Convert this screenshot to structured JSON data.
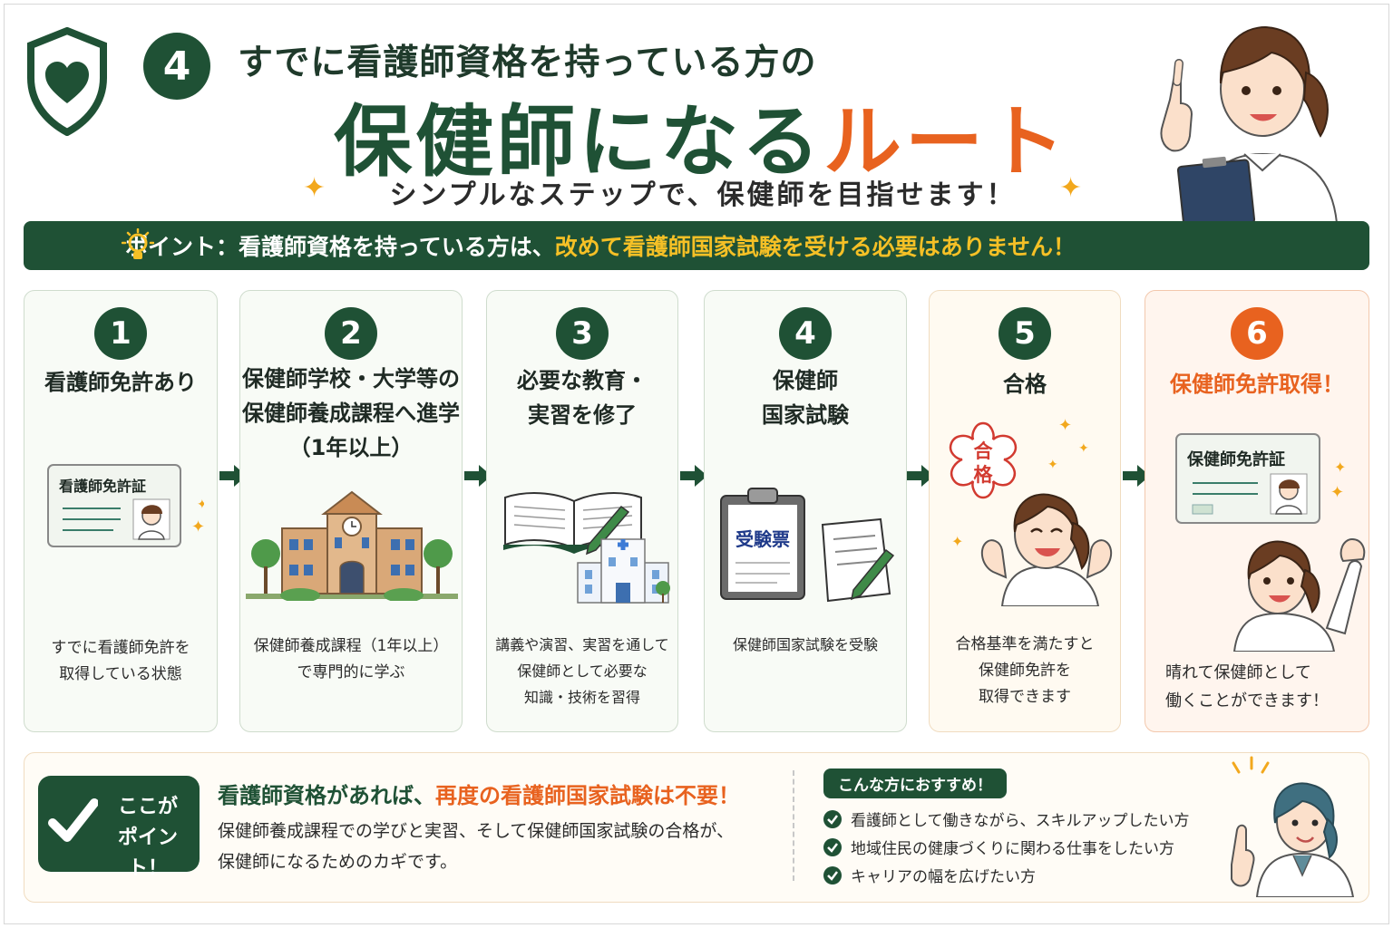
{
  "header": {
    "badge_number": "4",
    "subtitle": "すでに看護師資格を持っている方の",
    "title_main": "保健師になる",
    "title_accent": "ルート",
    "tagline": "シンプルなステップで、保健師を目指せます！"
  },
  "point": {
    "prefix": "ポイント：看護師資格を持っている方は、",
    "highlight": "改めて看護師国家試験を受ける必要はありません！"
  },
  "steps": [
    {
      "number": "1",
      "title": "看護師免許あり",
      "card_label": "看護師免許証",
      "desc": "すでに看護師免許を\n取得している状態"
    },
    {
      "number": "2",
      "title": "保健師学校・大学等の\n保健師養成課程へ進学\n（1年以上）",
      "desc": "保健師養成課程（1年以上）\nで専門的に学ぶ"
    },
    {
      "number": "3",
      "title": "必要な教育・\n実習を修了",
      "desc": "講義や演習、実習を通して\n保健師として必要な\n知識・技術を習得"
    },
    {
      "number": "4",
      "title": "保健師\n国家試験",
      "ticket_label": "受験票",
      "desc": "保健師国家試験を受験"
    },
    {
      "number": "5",
      "title": "合格",
      "stamp_label": "合\n格",
      "desc": "合格基準を満たすと\n保健師免許を\n取得できます"
    },
    {
      "number": "6",
      "title": "保健師免許取得！",
      "card_label": "保健師免許証",
      "desc": "晴れて保健師として\n働くことができます！"
    }
  ],
  "key_point": {
    "badge": "ここが\nポイント！",
    "headline_prefix": "看護師資格があれば、",
    "headline_highlight": "再度の看護師国家試験は不要！",
    "body": "保健師養成課程での学びと実習、そして保健師国家試験の合格が、\n保健師になるためのカギです。"
  },
  "recommend": {
    "title": "こんな方におすすめ！",
    "items": [
      "看護師として働きながら、スキルアップしたい方",
      "地域住民の健康づくりに関わる仕事をしたい方",
      "キャリアの幅を広げたい方"
    ]
  },
  "colors": {
    "green": "#1f5135",
    "orange": "#e8621f",
    "yellow": "#f5c026"
  }
}
